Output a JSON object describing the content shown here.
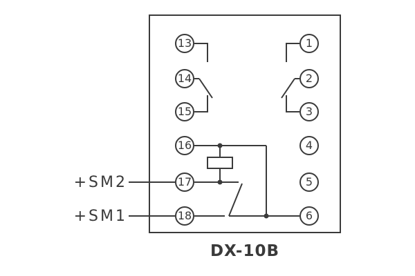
{
  "diagram": {
    "caption": "DX-10B",
    "external_labels": [
      {
        "text": "+SM2",
        "connects_to_terminal": "17"
      },
      {
        "text": "+SM1",
        "connects_to_terminal": "18"
      }
    ],
    "left_terminals": [
      "13",
      "14",
      "15",
      "16",
      "17",
      "18"
    ],
    "right_terminals": [
      "1",
      "2",
      "3",
      "4",
      "5",
      "6"
    ],
    "colors": {
      "line": "#3a3a3a",
      "background": "#ffffff"
    }
  }
}
